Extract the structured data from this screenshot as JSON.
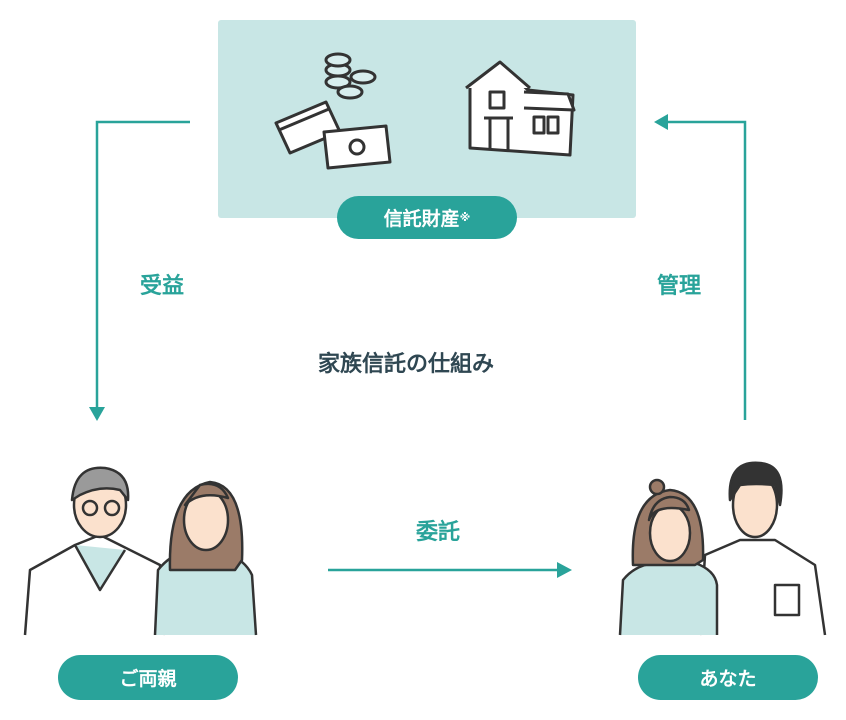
{
  "trust_property": {
    "label": "信託財産",
    "note_mark": "※"
  },
  "flows": {
    "benefit": "受益",
    "management": "管理",
    "entrust": "委託"
  },
  "title": "家族信託の仕組み",
  "parties": {
    "parents": "ご両親",
    "you": "あなた"
  },
  "colors": {
    "accent": "#29a39a",
    "box": "#c8e6e5",
    "title": "#2f4752"
  }
}
